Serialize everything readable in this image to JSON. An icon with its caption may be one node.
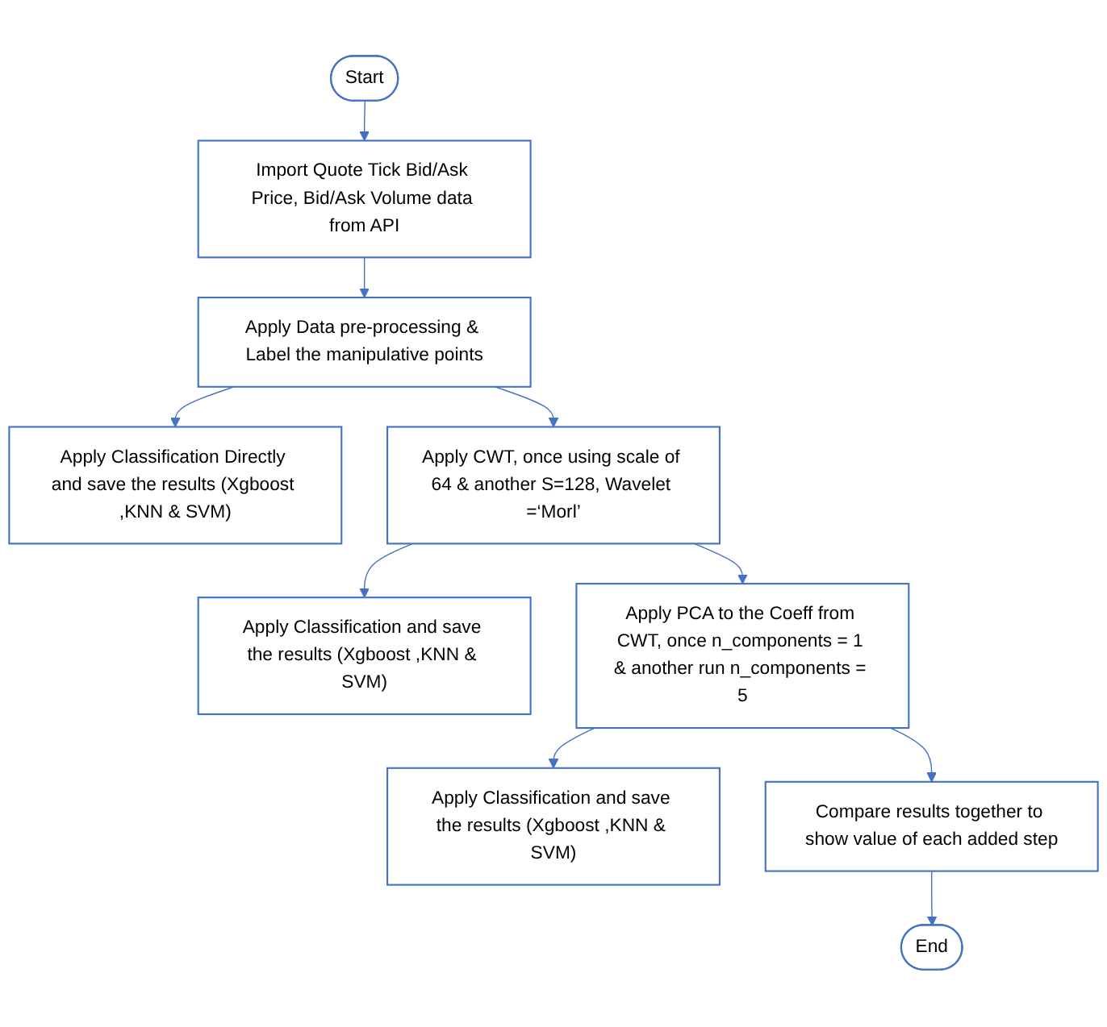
{
  "diagram": {
    "nodes": [
      {
        "text": [
          "Start"
        ]
      },
      {
        "text": [
          "Import Quote Tick Bid/Ask Price, Bid/Ask Volume data from API"
        ]
      },
      {
        "text": [
          "Apply Data pre-processing & Label the manipulative points"
        ]
      },
      {
        "text": [
          "Apply Classification Directly and save the results (Xgboost ,KNN & SVM)"
        ]
      },
      {
        "text": [
          "Apply CWT, once using scale of 64 & another S=128, Wavelet =‘Morl’"
        ]
      },
      {
        "text": [
          "Apply Classification and save the results (Xgboost ,KNN & SVM)"
        ]
      },
      {
        "text": [
          "Apply PCA to the Coeff from CWT, once n_components = 1 & another run n_components = 5"
        ]
      },
      {
        "text": [
          "Apply Classification and save the results (Xgboost ,KNN & SVM)"
        ]
      },
      {
        "text": [
          "Compare results together to show value of each added step"
        ]
      },
      {
        "text": [
          "End"
        ]
      }
    ],
    "edges": [
      {
        "from": 0,
        "to": 1,
        "arrow": "to"
      },
      {
        "from": 1,
        "to": 2,
        "arrow": "to"
      },
      {
        "from": 2,
        "to": 3,
        "arrow": "to"
      },
      {
        "from": 2,
        "to": 4,
        "arrow": "to"
      },
      {
        "from": 4,
        "to": 5,
        "arrow": "to"
      },
      {
        "from": 4,
        "to": 6,
        "arrow": "to"
      },
      {
        "from": 6,
        "to": 7,
        "arrow": "to"
      },
      {
        "from": 6,
        "to": 8,
        "arrow": "to"
      },
      {
        "from": 8,
        "to": 9,
        "arrow": "to"
      }
    ]
  }
}
